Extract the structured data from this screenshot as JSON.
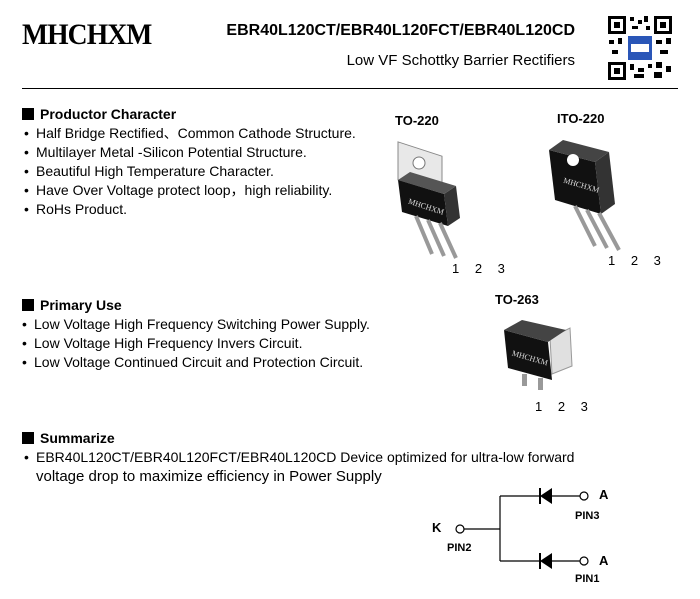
{
  "header": {
    "logo": "MHCHXM",
    "title": "EBR40L120CT/EBR40L120FCT/EBR40L120CD",
    "subtitle": "Low VF Schottky Barrier Rectifiers"
  },
  "product_character": {
    "heading": "Productor Character",
    "items": [
      "Half Bridge Rectified、Common Cathode Structure.",
      "Multilayer Metal -Silicon Potential Structure.",
      "Beautiful High Temperature Character.",
      "Have Over Voltage protect loop，high  reliability.",
      "RoHs Product."
    ]
  },
  "primary_use": {
    "heading": "Primary Use",
    "items": [
      "Low Voltage High Frequency Switching Power Supply.",
      "Low Voltage High Frequency  Invers Circuit.",
      "Low Voltage Continued  Circuit and Protection Circuit."
    ]
  },
  "summarize": {
    "heading": "Summarize",
    "line1": "EBR40L120CT/EBR40L120FCT/EBR40L120CD Device optimized for ultra-low forward",
    "line2": "voltage drop to maximize efficiency in Power Supply"
  },
  "packages": {
    "to220": {
      "label": "TO-220",
      "pins": "1 2 3",
      "marking": "MHCHXM"
    },
    "ito220": {
      "label": "ITO-220",
      "pins": "1 2 3",
      "marking": "MHCHXM"
    },
    "to263": {
      "label": "TO-263",
      "pins": "1 2 3",
      "marking": "MHCHXM"
    }
  },
  "circuit": {
    "k": "K",
    "pin2": "PIN2",
    "a_top": "A",
    "pin3": "PIN3",
    "a_bottom": "A",
    "pin1": "PIN1"
  }
}
